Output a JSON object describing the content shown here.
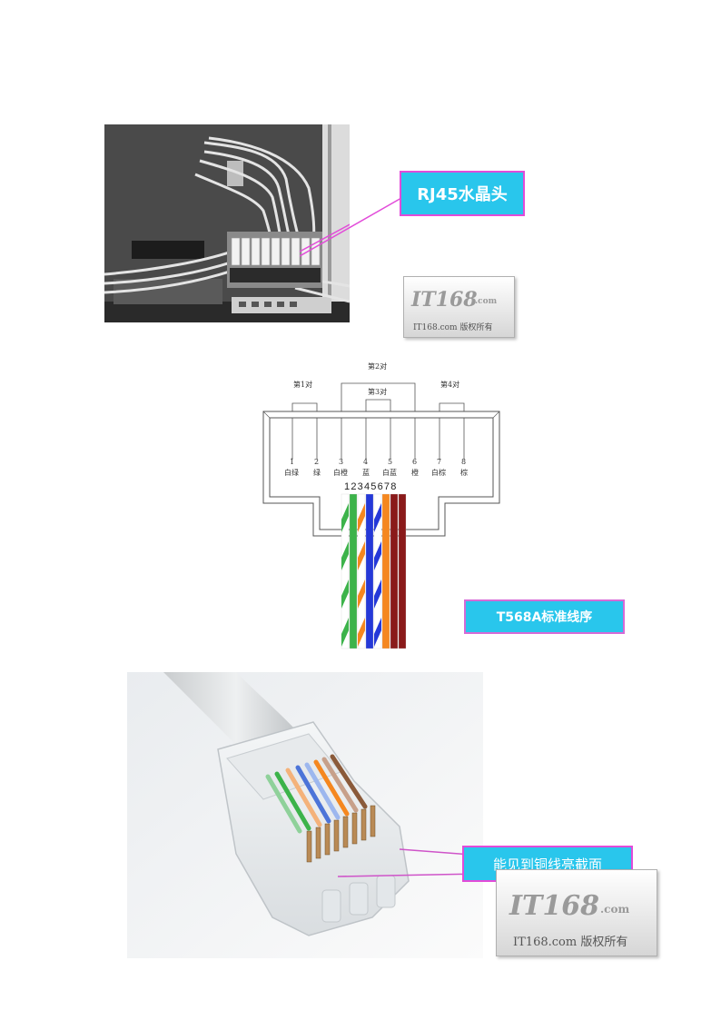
{
  "photo1": {
    "callout": "RJ45水晶头",
    "watermark": {
      "logo": "IT168",
      "logo_suffix": ".com",
      "sub": "IT168.com 版权所有"
    }
  },
  "diagram": {
    "pair_labels": {
      "pair1": "第1对",
      "pair2": "第2对",
      "pair3": "第3对",
      "pair4": "第4对"
    },
    "pins": [
      {
        "num": "1",
        "color_name": "白绿"
      },
      {
        "num": "2",
        "color_name": "绿"
      },
      {
        "num": "3",
        "color_name": "白橙"
      },
      {
        "num": "4",
        "color_name": "蓝"
      },
      {
        "num": "5",
        "color_name": "白蓝"
      },
      {
        "num": "6",
        "color_name": "橙"
      },
      {
        "num": "7",
        "color_name": "白棕"
      },
      {
        "num": "8",
        "color_name": "棕"
      }
    ],
    "pin_sequence": "12345678",
    "wire_colors": [
      "#3cb34a",
      "#3cb34a",
      "#f5871f",
      "#2438d8",
      "#2438d8",
      "#f5871f",
      "#8a1a1a",
      "#8a1a1a"
    ],
    "caption": "T568A标准线序"
  },
  "photo3": {
    "callout": "能见到铜线亮截面",
    "watermark": {
      "logo": "IT168",
      "logo_suffix": ".com",
      "sub": "IT168.com 版权所有"
    }
  }
}
